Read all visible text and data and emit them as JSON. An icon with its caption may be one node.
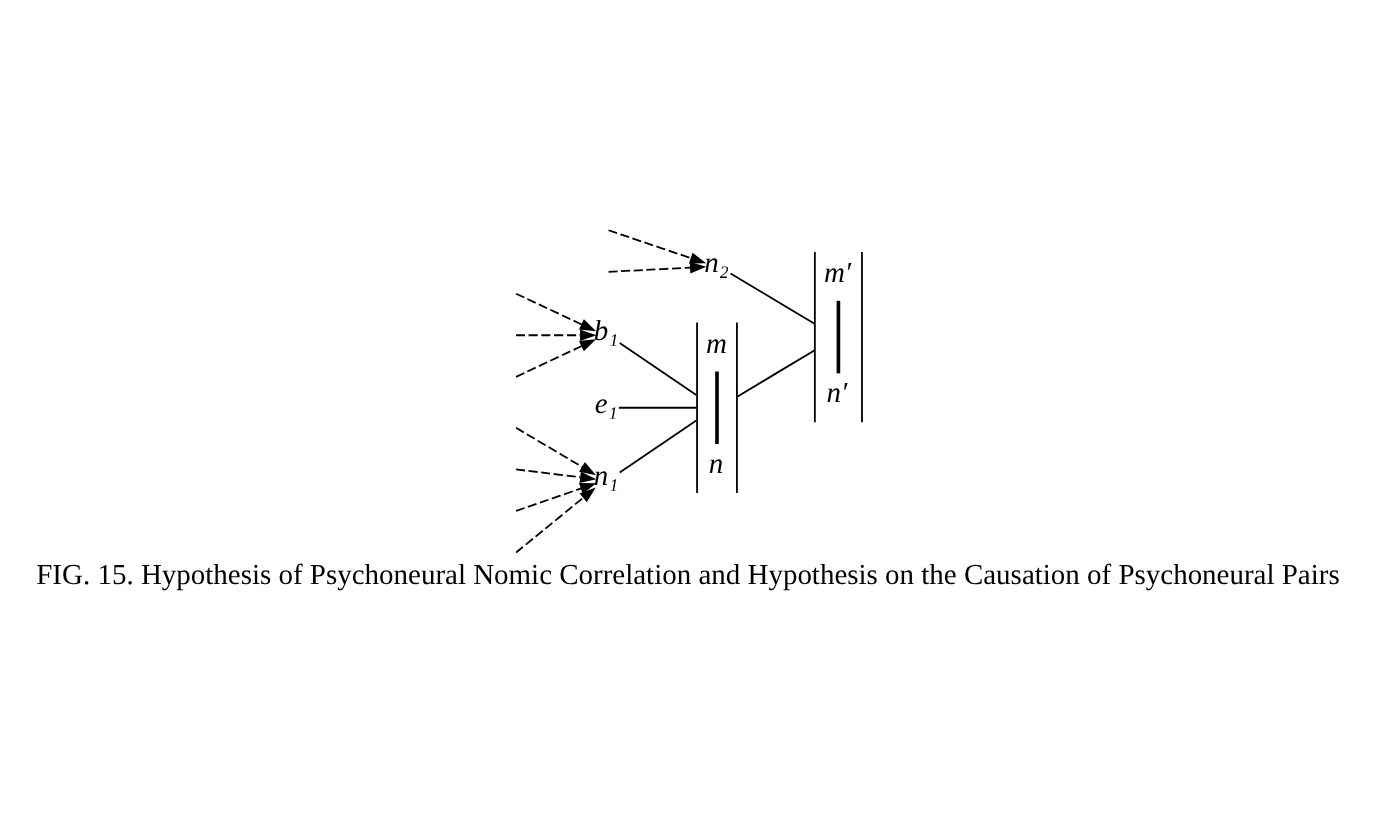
{
  "diagram": {
    "caption": "FIG. 15. Hypothesis of Psychoneural Nomic Correlation and Hypothesis on the Causation of Psychoneural Pairs",
    "nodes": [
      {
        "text": [
          "n₁"
        ]
      },
      {
        "text": [
          "b₁"
        ]
      },
      {
        "text": [
          "e₁"
        ]
      },
      {
        "text": [
          "m",
          "n"
        ]
      },
      {
        "text": [
          "m′",
          "n′"
        ]
      },
      {
        "text": [
          "n₂"
        ]
      }
    ],
    "edges": [
      {
        "from": null,
        "to": 0,
        "arrow": "to",
        "style": "dashed"
      },
      {
        "from": null,
        "to": 0,
        "arrow": "to",
        "style": "dashed"
      },
      {
        "from": null,
        "to": 0,
        "arrow": "to",
        "style": "dashed"
      },
      {
        "from": null,
        "to": 0,
        "arrow": "to",
        "style": "dashed"
      },
      {
        "from": null,
        "to": 1,
        "arrow": "to",
        "style": "dashed"
      },
      {
        "from": null,
        "to": 1,
        "arrow": "to",
        "style": "dashed"
      },
      {
        "from": null,
        "to": 1,
        "arrow": "to",
        "style": "dashed"
      },
      {
        "from": 0,
        "to": 3,
        "arrow": "none"
      },
      {
        "from": 1,
        "to": 3,
        "arrow": "none"
      },
      {
        "from": 2,
        "to": 3,
        "arrow": "none"
      },
      {
        "from": 3,
        "to": 4,
        "arrow": "none"
      },
      {
        "from": 5,
        "to": 4,
        "arrow": "none"
      },
      {
        "from": null,
        "to": 5,
        "arrow": "to",
        "style": "dashed"
      },
      {
        "from": null,
        "to": 5,
        "arrow": "to",
        "style": "dashed"
      }
    ]
  }
}
